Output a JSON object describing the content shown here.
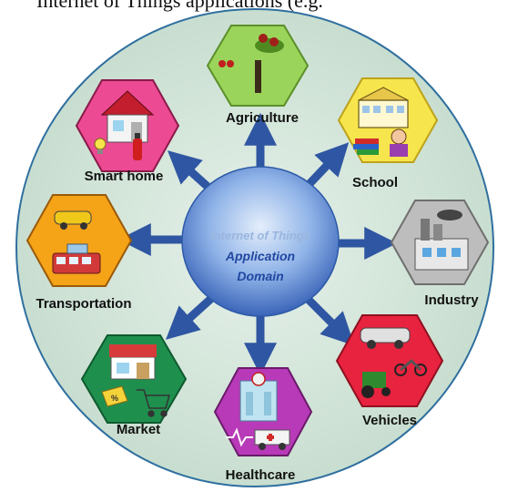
{
  "caption": "Internet of Things applications (e.g.",
  "center": {
    "line1": "Internet of Things",
    "line2": "Application",
    "line3": "Domain"
  },
  "domains": {
    "agriculture": "Agriculture",
    "school": "School",
    "industry": "Industry",
    "vehicles": "Vehicles",
    "healthcare": "Healthcare",
    "market": "Market",
    "transportation": "Transportation",
    "smart_home": "Smart home"
  },
  "colors": {
    "ring": "#cfe3d8",
    "ring_edge": "#2f6f9f",
    "center": "#3a74c9",
    "arrow": "#2f56a2",
    "agriculture": "#8bcf55",
    "school": "#f4e04a",
    "industry": "#a9a9a9",
    "vehicles": "#e8203c",
    "healthcare": "#b02ab2",
    "market": "#1f8a4a",
    "transportation": "#f4a215",
    "smart_home": "#ea3f8e"
  }
}
